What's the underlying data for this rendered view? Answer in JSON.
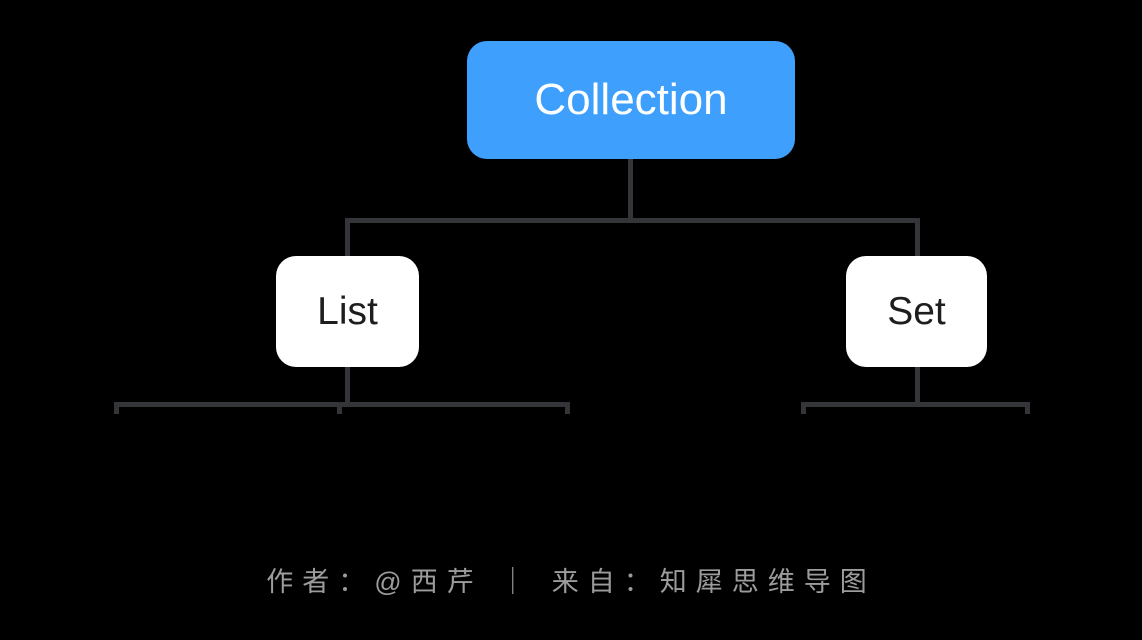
{
  "canvas": {
    "background_color": "#000000",
    "connector_color": "#343538"
  },
  "diagram": {
    "type": "tree",
    "nodes": {
      "root": {
        "label": "Collection",
        "fill_color": "#3EA0FC",
        "text_color": "#FFFFFF"
      },
      "list": {
        "label": "List",
        "fill_color": "#FFFFFF",
        "text_color": "#1E1E1E"
      },
      "set": {
        "label": "Set",
        "fill_color": "#FFFFFF",
        "text_color": "#1E1E1E"
      }
    },
    "edges": [
      {
        "from": "Collection",
        "to": "List"
      },
      {
        "from": "Collection",
        "to": "Set"
      }
    ],
    "collapsed_child_stubs": {
      "under_list": 3,
      "under_set": 2
    }
  },
  "watermark": {
    "text": "作者：@西芹 ｜ 来自：知犀思维导图",
    "color": "#9C9C9C"
  }
}
